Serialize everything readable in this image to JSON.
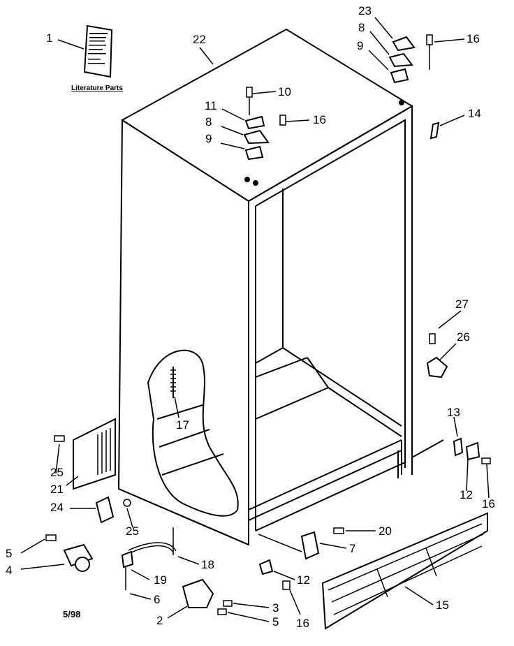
{
  "diagram": {
    "literature_caption": "Literature Parts",
    "date_code": "5/98",
    "callouts": [
      {
        "id": "c1",
        "text": "1"
      },
      {
        "id": "c22",
        "text": "22"
      },
      {
        "id": "c23",
        "text": "23"
      },
      {
        "id": "c8a",
        "text": "8"
      },
      {
        "id": "c16a",
        "text": "16"
      },
      {
        "id": "c9a",
        "text": "9"
      },
      {
        "id": "c10",
        "text": "10"
      },
      {
        "id": "c11",
        "text": "11"
      },
      {
        "id": "c8b",
        "text": "8"
      },
      {
        "id": "c16b",
        "text": "16"
      },
      {
        "id": "c9b",
        "text": "9"
      },
      {
        "id": "c14",
        "text": "14"
      },
      {
        "id": "c27",
        "text": "27"
      },
      {
        "id": "c26",
        "text": "26"
      },
      {
        "id": "c17",
        "text": "17"
      },
      {
        "id": "c13",
        "text": "13"
      },
      {
        "id": "c25a",
        "text": "25"
      },
      {
        "id": "c21",
        "text": "21"
      },
      {
        "id": "c24",
        "text": "24"
      },
      {
        "id": "c25b",
        "text": "25"
      },
      {
        "id": "c12a",
        "text": "12"
      },
      {
        "id": "c16c",
        "text": "16"
      },
      {
        "id": "c20",
        "text": "20"
      },
      {
        "id": "c7",
        "text": "7"
      },
      {
        "id": "c5a",
        "text": "5"
      },
      {
        "id": "c18",
        "text": "18"
      },
      {
        "id": "c4",
        "text": "4"
      },
      {
        "id": "c19",
        "text": "19"
      },
      {
        "id": "c12b",
        "text": "12"
      },
      {
        "id": "c6",
        "text": "6"
      },
      {
        "id": "c3",
        "text": "3"
      },
      {
        "id": "c15",
        "text": "15"
      },
      {
        "id": "c2",
        "text": "2"
      },
      {
        "id": "c5b",
        "text": "5"
      },
      {
        "id": "c16d",
        "text": "16"
      }
    ]
  }
}
